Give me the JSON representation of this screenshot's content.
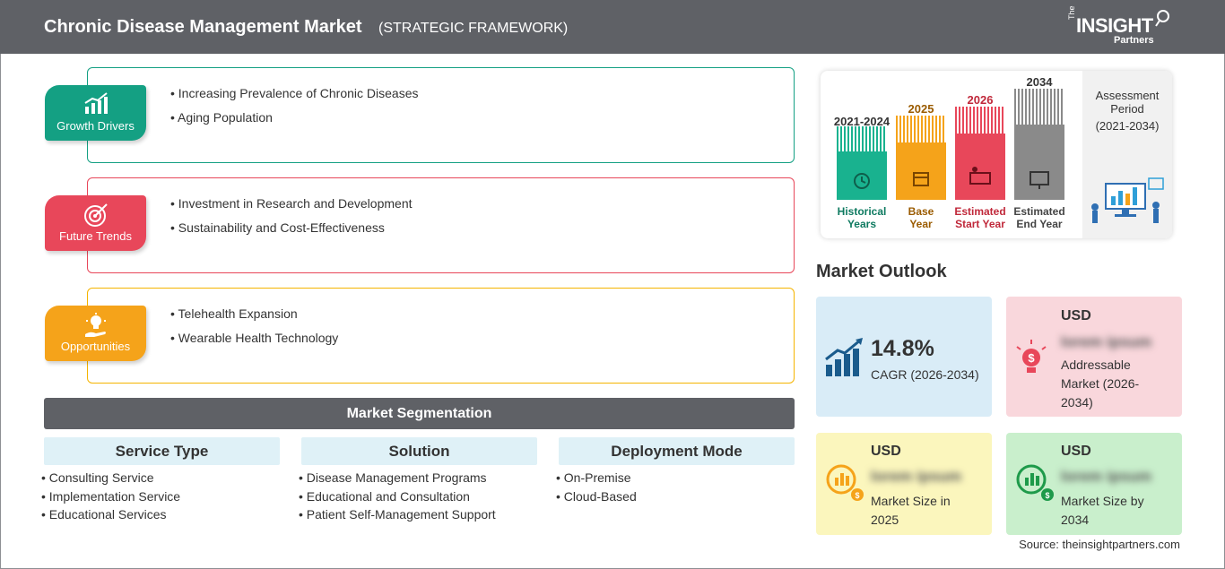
{
  "header": {
    "title": "Chronic Disease Management Market",
    "subtitle": "(STRATEGIC FRAMEWORK)",
    "logo": {
      "the": "The",
      "insight": "INSIGHT",
      "partners": "Partners"
    }
  },
  "framework": [
    {
      "label": "Growth Drivers",
      "color": "#14a083",
      "icon": "growth-chart-icon",
      "items": [
        "Increasing Prevalence of Chronic Diseases",
        "Aging Population"
      ]
    },
    {
      "label": "Future Trends",
      "color": "#e8475a",
      "icon": "target-icon",
      "items": [
        "Investment in Research and Development",
        "Sustainability and Cost-Effectiveness"
      ]
    },
    {
      "label": "Opportunities",
      "color": "#f5a31a",
      "icon": "lightbulb-hand-icon",
      "items": [
        "Telehealth Expansion",
        "Wearable Health Technology"
      ]
    }
  ],
  "segmentation": {
    "title": "Market Segmentation",
    "columns": [
      {
        "heading": "Service Type",
        "items": [
          "Consulting Service",
          "Implementation Service",
          "Educational Services"
        ]
      },
      {
        "heading": "Solution",
        "items": [
          "Disease Management Programs",
          "Educational and Consultation",
          "Patient Self-Management Support"
        ]
      },
      {
        "heading": "Deployment Mode",
        "items": [
          "On-Premise",
          "Cloud-Based"
        ]
      }
    ]
  },
  "timeline": {
    "periods": [
      {
        "year": "2021-2024",
        "caption_1": "Historical",
        "caption_2": "Years",
        "color": "#19b28f",
        "text_color": "#0e7a60",
        "icon": "history-icon"
      },
      {
        "year": "2025",
        "caption_1": "Base",
        "caption_2": "Year",
        "color": "#f5a31a",
        "text_color": "#9a5b00",
        "icon": "calendar-icon"
      },
      {
        "year": "2026",
        "caption_1": "Estimated",
        "caption_2": "Start Year",
        "color": "#e8475a",
        "text_color": "#c0283a",
        "icon": "presentation-icon"
      },
      {
        "year": "2034",
        "caption_1": "Estimated",
        "caption_2": "End Year",
        "color": "#8a8a8a",
        "text_color": "#444444",
        "icon": "monitor-chart-icon"
      }
    ],
    "assessment_label_1": "Assessment",
    "assessment_label_2": "Period",
    "assessment_range": "(2021-2034)"
  },
  "outlook": {
    "title": "Market Outlook",
    "cagr": {
      "value": "14.8%",
      "label": "CAGR (2026-2034)",
      "color": "#d9ecf7"
    },
    "addressable": {
      "currency": "USD",
      "value": "lorem ipsum",
      "label_1": "Addressable",
      "label_2": "Market (2026-",
      "label_3": "2034)",
      "color": "#f9d7dc"
    },
    "size_2025": {
      "currency": "USD",
      "value": "lorem ipsum",
      "label_1": "Market Size in",
      "label_2": "2025",
      "color": "#fbf6bd"
    },
    "size_2034": {
      "currency": "USD",
      "value": "lorem ipsum",
      "label_1": "Market Size by",
      "label_2": "2034",
      "color": "#c9efcc"
    }
  },
  "source": "Source: theinsightpartners.com"
}
